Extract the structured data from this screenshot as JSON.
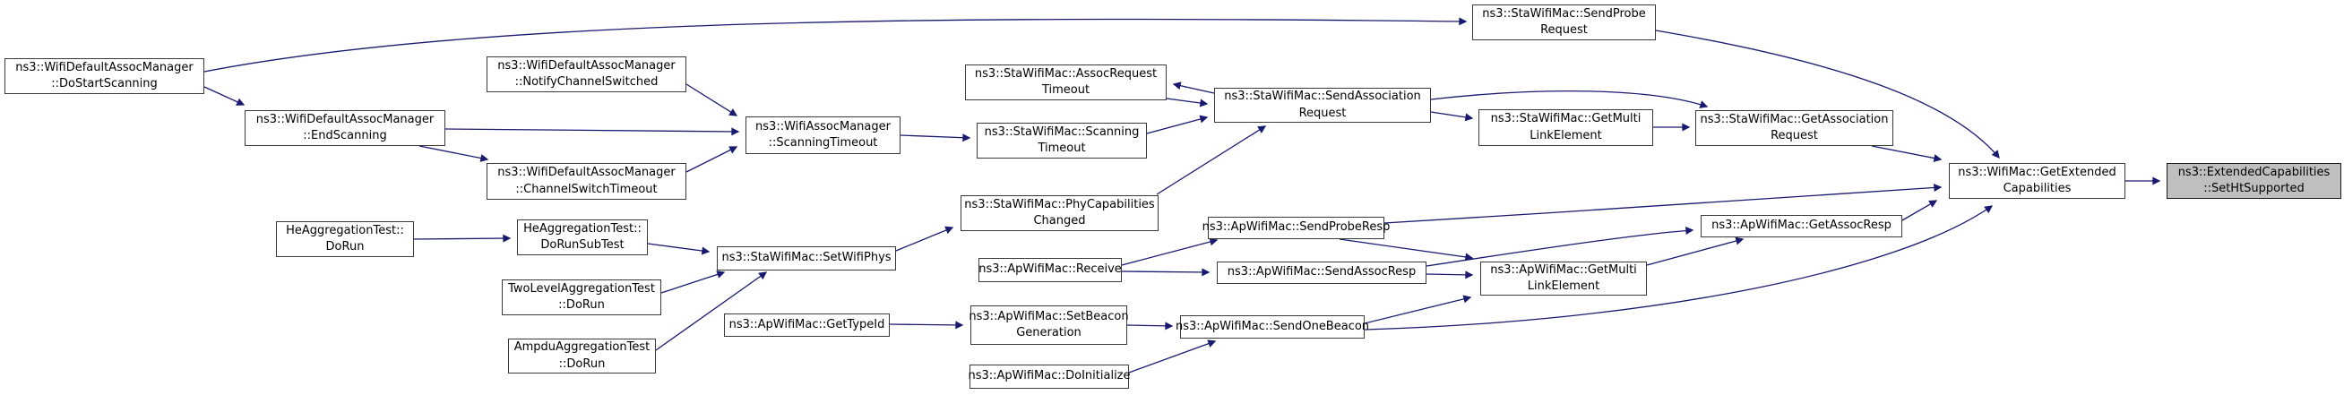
{
  "diagram": {
    "kind": "doxygen-caller-graph",
    "target_function": "ns3::ExtendedCapabilities::SetHtSupported"
  },
  "colors": {
    "edge": "#191970",
    "node_fill": "#ffffff",
    "node_border": "#3a3a3a",
    "highlight_fill": "#bfbfbf",
    "highlight_border": "#1a1a1a",
    "background": "#ffffff",
    "text": "#000000"
  },
  "nodes": {
    "do_start_scanning": {
      "label": "ns3::WifiDefaultAssocManager\n::DoStartScanning"
    },
    "end_scanning": {
      "label": "ns3::WifiDefaultAssocManager\n::EndScanning"
    },
    "notify_channel_switched": {
      "label": "ns3::WifiDefaultAssocManager\n::NotifyChannelSwitched"
    },
    "channel_switch_timeout": {
      "label": "ns3::WifiDefaultAssocManager\n::ChannelSwitchTimeout"
    },
    "wifi_assoc_scanning_timeout": {
      "label": "ns3::WifiAssocManager\n::ScanningTimeout"
    },
    "assoc_request_timeout": {
      "label": "ns3::StaWifiMac::AssocRequest\nTimeout"
    },
    "sta_scanning_timeout": {
      "label": "ns3::StaWifiMac::Scanning\nTimeout"
    },
    "send_association_request": {
      "label": "ns3::StaWifiMac::SendAssociation\nRequest"
    },
    "send_probe_request": {
      "label": "ns3::StaWifiMac::SendProbe\nRequest"
    },
    "sta_get_multi_link_element": {
      "label": "ns3::StaWifiMac::GetMulti\nLinkElement"
    },
    "get_association_request": {
      "label": "ns3::StaWifiMac::GetAssociation\nRequest"
    },
    "get_extended_capabilities": {
      "label": "ns3::WifiMac::GetExtended\nCapabilities"
    },
    "set_ht_supported": {
      "label": "ns3::ExtendedCapabilities\n::SetHtSupported"
    },
    "he_aggregation_do_run": {
      "label": "HeAggregationTest::\nDoRun"
    },
    "he_aggregation_do_run_sub_test": {
      "label": "HeAggregationTest::\nDoRunSubTest"
    },
    "two_level_aggregation_do_run": {
      "label": "TwoLevelAggregationTest\n::DoRun"
    },
    "ampdu_aggregation_do_run": {
      "label": "AmpduAggregationTest\n::DoRun"
    },
    "set_wifi_phys": {
      "label": "ns3::StaWifiMac::SetWifiPhys"
    },
    "ap_get_type_id": {
      "label": "ns3::ApWifiMac::GetTypeId"
    },
    "phy_capabilities_changed": {
      "label": "ns3::StaWifiMac::PhyCapabilities\nChanged"
    },
    "send_probe_resp": {
      "label": "ns3::ApWifiMac::SendProbeResp"
    },
    "ap_receive": {
      "label": "ns3::ApWifiMac::Receive"
    },
    "send_assoc_resp": {
      "label": "ns3::ApWifiMac::SendAssocResp"
    },
    "set_beacon_generation": {
      "label": "ns3::ApWifiMac::SetBeacon\nGeneration"
    },
    "send_one_beacon": {
      "label": "ns3::ApWifiMac::SendOneBeacon"
    },
    "ap_do_initialize": {
      "label": "ns3::ApWifiMac::DoInitialize"
    },
    "ap_get_multi_link_element": {
      "label": "ns3::ApWifiMac::GetMulti\nLinkElement"
    },
    "ap_get_assoc_resp": {
      "label": "ns3::ApWifiMac::GetAssocResp"
    }
  }
}
